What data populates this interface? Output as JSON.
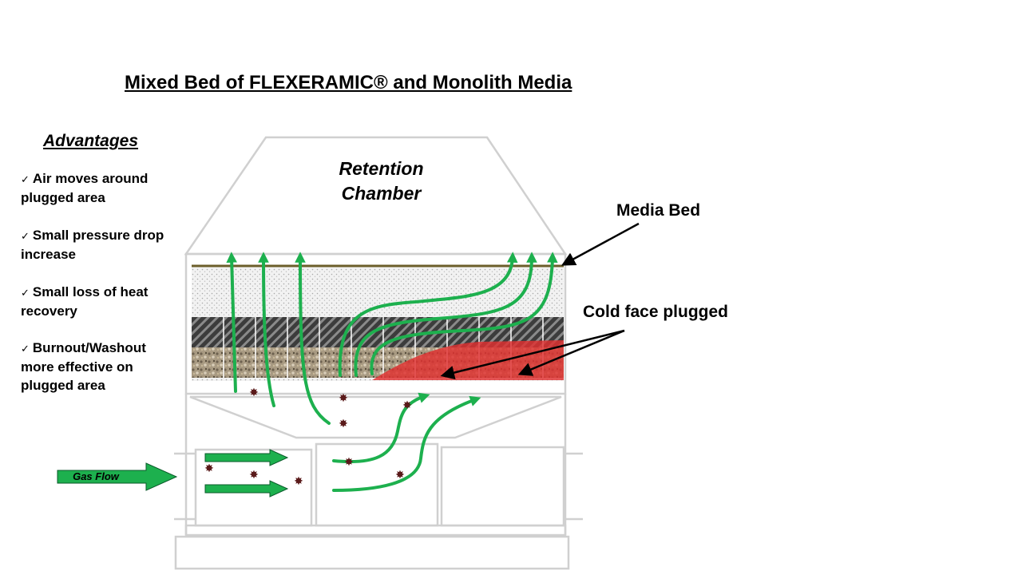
{
  "title": "Mixed Bed of FLEXERAMIC® and Monolith Media",
  "advantages": {
    "heading": "Advantages",
    "check_icon": "✓",
    "items": [
      "Air moves around plugged area",
      "Small pressure drop increase",
      "Small loss of heat recovery",
      "Burnout/Washout more effective on plugged area"
    ]
  },
  "labels": {
    "retention_chamber": "Retention Chamber",
    "media_bed": "Media Bed",
    "cold_face_plugged": "Cold face plugged",
    "gas_flow": "Gas Flow"
  },
  "colors": {
    "flow_arrow": "#1db04e",
    "plugged_area": "#e03030",
    "outline": "#d0d0d0",
    "particle": "#5a1a1a"
  }
}
